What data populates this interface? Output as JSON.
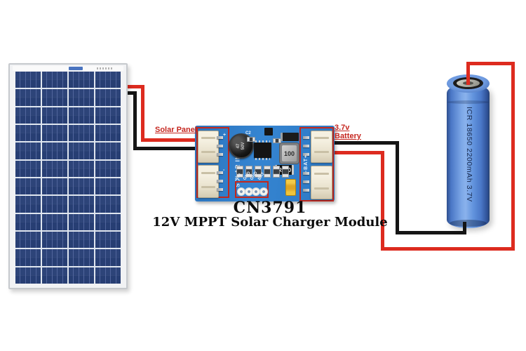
{
  "diagram": {
    "labels": {
      "solar_panel": "Solar Panel",
      "battery_line1": "3.7v",
      "battery_line2": "Battery",
      "title_line1": "CN3791",
      "title_line2": "12V MPPT Solar Charger Module"
    },
    "colors": {
      "wire_red": "#dd2b1f",
      "wire_black": "#151515",
      "callout_red": "#c5261f",
      "pcb_blue": "#3585d2",
      "battery_blue": "#4f7fd0",
      "solar_cell_navy": "#2d4479"
    }
  },
  "solar_panel": {
    "grid": {
      "rows": 12,
      "col_groups": 4,
      "cells_per_group": 5
    }
  },
  "module": {
    "silkscreen": {
      "solar_in": "SOLAR IN",
      "bat": "-BAT+",
      "c2": "C2",
      "cap_line1": "47",
      "cap_line2": "50V",
      "inductor_value": "100",
      "shunt_value": "R050",
      "plus": "+",
      "minus": "-"
    },
    "pads": {
      "labels": [
        "VIN",
        "GND",
        "GND",
        "BAT"
      ]
    }
  },
  "battery": {
    "print": "ICR 18650 2200mAh 3.7V"
  }
}
